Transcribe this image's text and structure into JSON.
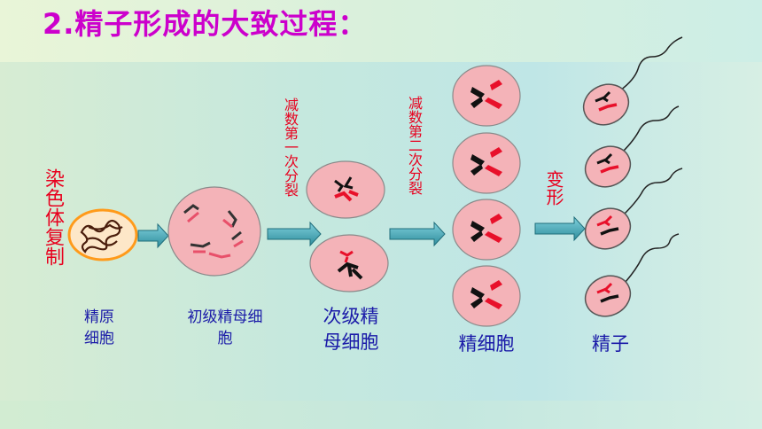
{
  "title": "2.精子形成的大致过程：",
  "labels": {
    "chromosome_replication": "染色体复制",
    "meiosis_one": "减数第一次分裂",
    "meiosis_two": "减数第二次分裂",
    "transformation": "变形"
  },
  "cells": {
    "spermatogonium": [
      "精原",
      "细胞"
    ],
    "primary_spermatocyte": [
      "初级精母细",
      "胞"
    ],
    "secondary_spermatocyte": [
      "次级精",
      "母细胞"
    ],
    "spermatid": "精细胞",
    "sperm": "精子"
  },
  "colors": {
    "title": "#cc00cc",
    "process_label": "#e8001e",
    "cell_label": "#1a1aa8",
    "cell_fill": "#f4b3b8",
    "arrow": "#3a9aa8"
  }
}
